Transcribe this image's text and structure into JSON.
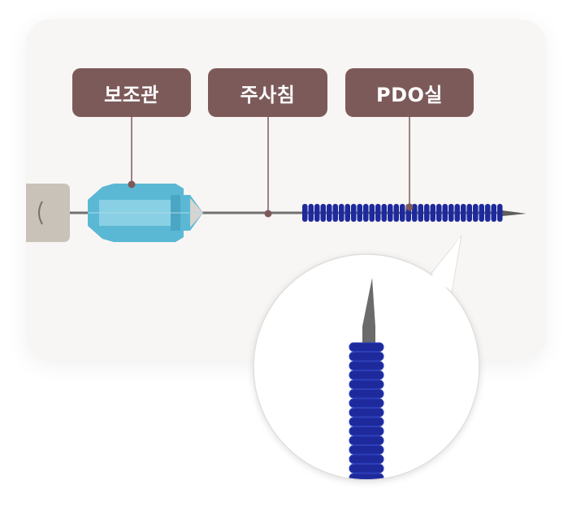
{
  "labels": {
    "guide_tube": "보조관",
    "needle": "주사침",
    "pdo_thread": "PDO실"
  },
  "colors": {
    "label_bg": "#7d5a5a",
    "label_text": "#ffffff",
    "card_bg": "#f8f6f4",
    "hub": "#5bb8d4",
    "thread": "#1e2a9c",
    "needle": "#6e6e6e",
    "syringe": "#c9c2b8"
  }
}
